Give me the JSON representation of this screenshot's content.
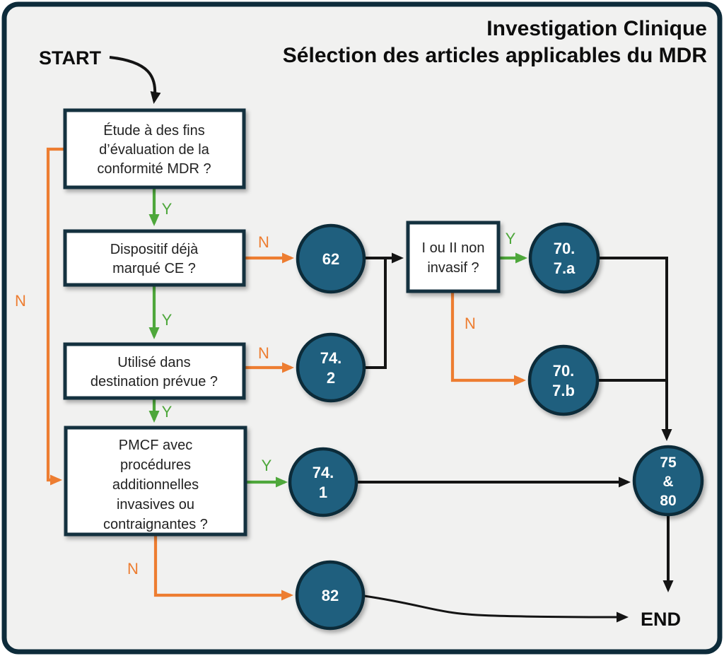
{
  "title": {
    "line1": "Investigation Clinique",
    "line2": "Sélection des articles applicables du MDR"
  },
  "terminals": {
    "start": "START",
    "end": "END"
  },
  "edge_labels": {
    "yes": "Y",
    "no": "N"
  },
  "decisions": {
    "q1_conformite": {
      "lines": [
        "Étude à des fins",
        "d’évaluation de la",
        "conformité MDR ?"
      ]
    },
    "q2_marque_ce": {
      "lines": [
        "Dispositif déjà",
        "marqué CE ?"
      ]
    },
    "q3_destination": {
      "lines": [
        "Utilisé dans",
        "destination prévue ?"
      ]
    },
    "q4_pmcf": {
      "lines": [
        "PMCF avec",
        "procédures",
        "additionnelles",
        "invasives ou",
        "contraignantes ?"
      ]
    },
    "q5_invasif": {
      "lines": [
        "I ou II non",
        "invasif ?"
      ]
    }
  },
  "articles": {
    "a62": {
      "lines": [
        "62"
      ]
    },
    "a74_2": {
      "lines": [
        "74.",
        "2"
      ]
    },
    "a74_1": {
      "lines": [
        "74.",
        "1"
      ]
    },
    "a70_7a": {
      "lines": [
        "70.",
        "7.a"
      ]
    },
    "a70_7b": {
      "lines": [
        "70.",
        "7.b"
      ]
    },
    "a75_80": {
      "lines": [
        "75",
        "&",
        "80"
      ]
    },
    "a82": {
      "lines": [
        "82"
      ]
    }
  },
  "colors": {
    "background": "#f1f1f0",
    "frame": "#0d2b3a",
    "box_fill": "#ffffff",
    "box_border": "#14313f",
    "node_fill": "#1f5f7e",
    "node_border": "#0c2b39",
    "node_text": "#ffffff",
    "yes_green": "#4ea73b",
    "no_orange": "#ed7d31",
    "flow_black": "#141414",
    "text_dark": "#0d0d0d"
  }
}
